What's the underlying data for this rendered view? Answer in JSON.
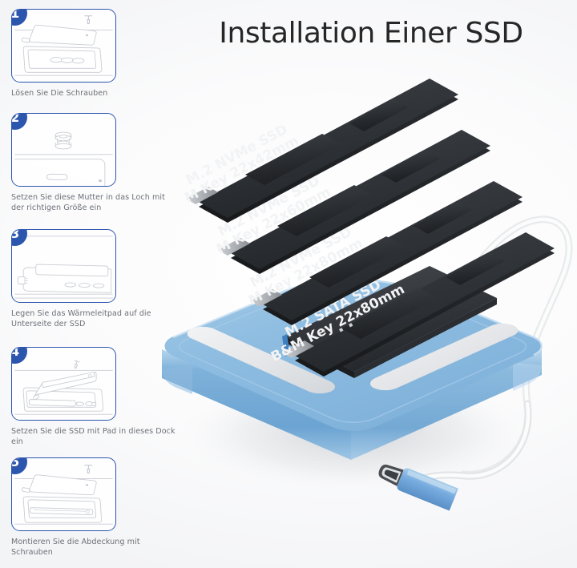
{
  "page": {
    "title": "Installation Einer SSD",
    "background_color": "#f6f7f8",
    "accent_blue": "#2c56ad",
    "dock_blue": "#7fb3de",
    "caption_color": "#6d7177"
  },
  "steps": [
    {
      "number": "1",
      "caption": "Lösen Sie Die Schrauben",
      "illustration": "laptop-cover-lifted-with-screwdriver"
    },
    {
      "number": "2",
      "caption": "Setzen Sie diese Mutter in das Loch mit der richtigen Größe ein",
      "illustration": "standoff-nut-above-board-hole"
    },
    {
      "number": "3",
      "caption": "Legen Sie das Wärmeleitpad auf die Unterseite der SSD",
      "illustration": "thermal-pad-on-ssd-underside"
    },
    {
      "number": "4",
      "caption": "Setzen Sie die SSD mit Pad in dieses Dock ein",
      "illustration": "ssd-inserted-into-dock-slot"
    },
    {
      "number": "5",
      "caption": "Montieren Sie die Abdeckung mit Schrauben",
      "illustration": "cover-mounted-with-screws"
    }
  ],
  "product": {
    "dock": {
      "name": "M.2 SSD Dock",
      "color": "#7fb3de",
      "pad_color": "#e8eaec"
    },
    "cable": {
      "name": "usb-c-cable",
      "connector_color": "#79b0dd",
      "cable_color": "#f0f1f2"
    },
    "drives": [
      {
        "line1": "M.2 NVMe SSD",
        "line2": "M Key 22x42mm"
      },
      {
        "line1": "M.2 NVMe SSD",
        "line2": "M Key 22x60mm"
      },
      {
        "line1": "M.2 NVMe SSD",
        "line2": "M Key 22x80mm"
      },
      {
        "line1": "M.2 SATA SSD",
        "line2": "B&M Key 22x80mm"
      }
    ]
  }
}
